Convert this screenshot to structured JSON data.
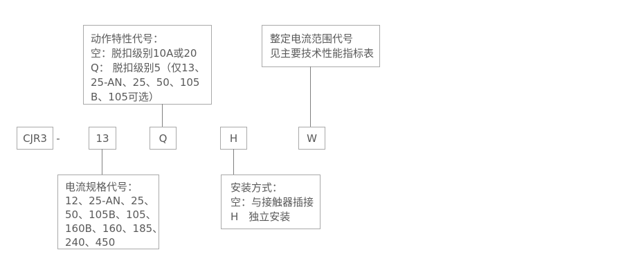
{
  "colors": {
    "background": "#ffffff",
    "box_border": "#a9a9a9",
    "connector_line": "#7f7f7f",
    "text": "#595959"
  },
  "code_row": {
    "model": "CJR3",
    "separator": "-",
    "spec_code": "13",
    "action_code": "Q",
    "mounting_code": "H",
    "range_code": "W"
  },
  "callouts": {
    "action_characteristic": {
      "line1": "动作特性代号：",
      "line2": "空：脱扣级别10A或20",
      "line3": "Q： 脱扣级别5（仅13、",
      "line4": "25-AN、25、50、105",
      "line5": "B、105可选）"
    },
    "setting_range": {
      "line1": "整定电流范围代号",
      "line2": "见主要技术性能指标表"
    },
    "current_spec": {
      "line1": "电流规格代号：",
      "line2": "12、25-AN、25、",
      "line3": "50、105B、105、",
      "line4": "160B、160、185、",
      "line5": "240、450"
    },
    "mounting": {
      "line1": "安装方式：",
      "line2": "空：与接触器插接",
      "line3": "H　独立安装"
    }
  }
}
